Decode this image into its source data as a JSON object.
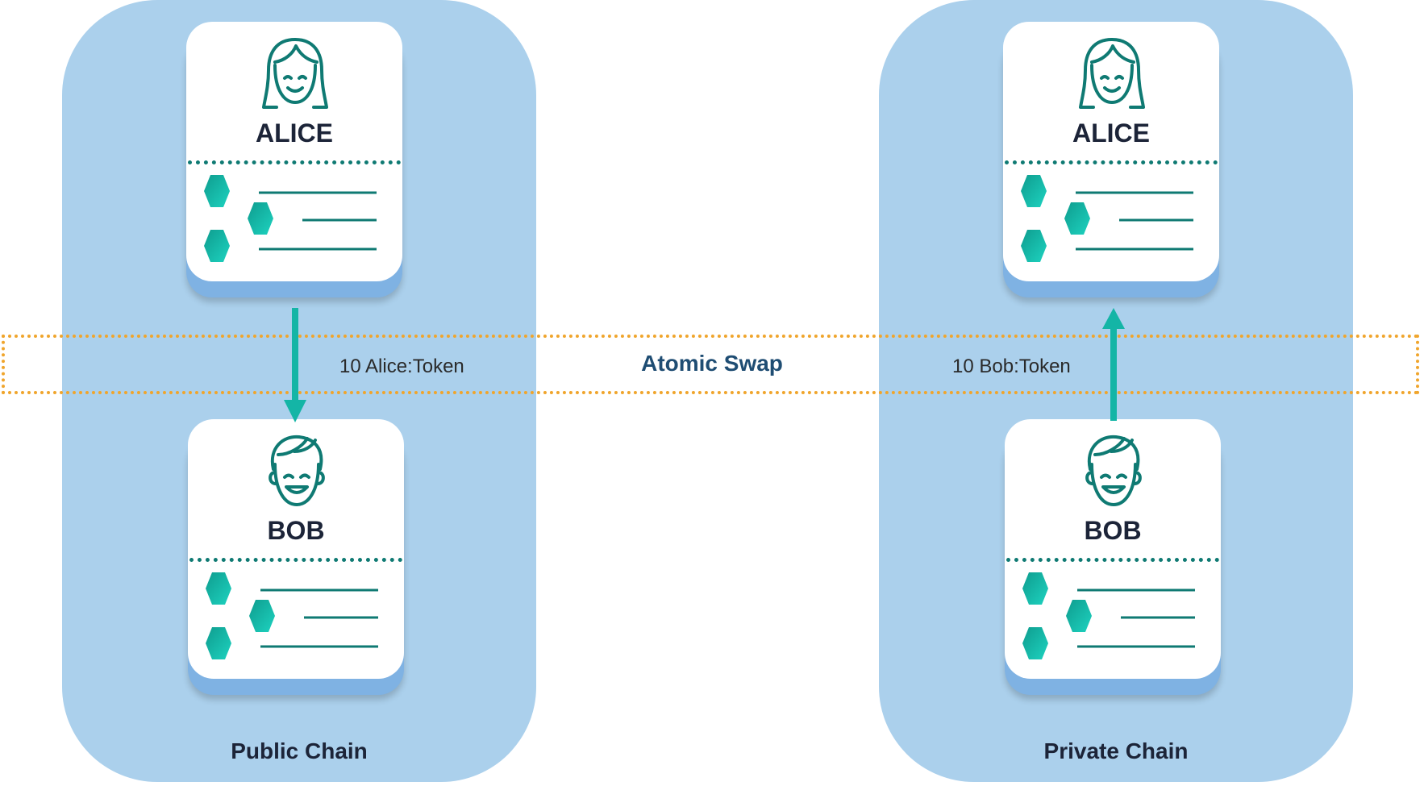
{
  "left_chain": {
    "label": "Public Chain",
    "top_card": {
      "name": "ALICE"
    },
    "bottom_card": {
      "name": "BOB"
    }
  },
  "right_chain": {
    "label": "Private Chain",
    "top_card": {
      "name": "ALICE"
    },
    "bottom_card": {
      "name": "BOB"
    }
  },
  "swap": {
    "title": "Atomic Swap",
    "left_transfer": "10 Alice:Token",
    "right_transfer": "10 Bob:Token"
  },
  "colors": {
    "chain_bg": "#abd0ec",
    "card_shadow": "#7fb2e3",
    "accent_teal": "#14b5a6",
    "dark_teal": "#0f7a73",
    "swap_border": "#f0a52c",
    "swap_title": "#1f4d73"
  },
  "icons": [
    "woman-avatar-icon",
    "man-avatar-icon",
    "hexagon-token-icon",
    "arrow-down-icon",
    "arrow-up-icon"
  ]
}
